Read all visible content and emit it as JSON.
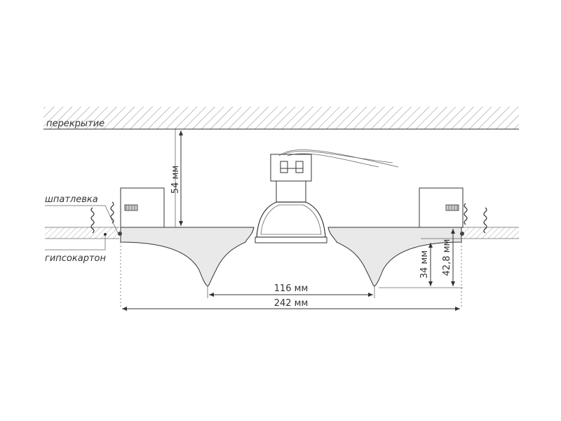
{
  "labels": {
    "ceiling": "перекрытие",
    "putty": "шпатлевка",
    "drywall": "гипсокартон"
  },
  "dimensions": {
    "gap_height": "54 мм",
    "inner_width": "116 мм",
    "outer_width": "242 мм",
    "depth_small": "34 мм",
    "depth_total": "42,8 мм"
  },
  "colors": {
    "line": "#333333",
    "hatch": "#888888",
    "fixture_fill": "#e9e9e9"
  }
}
